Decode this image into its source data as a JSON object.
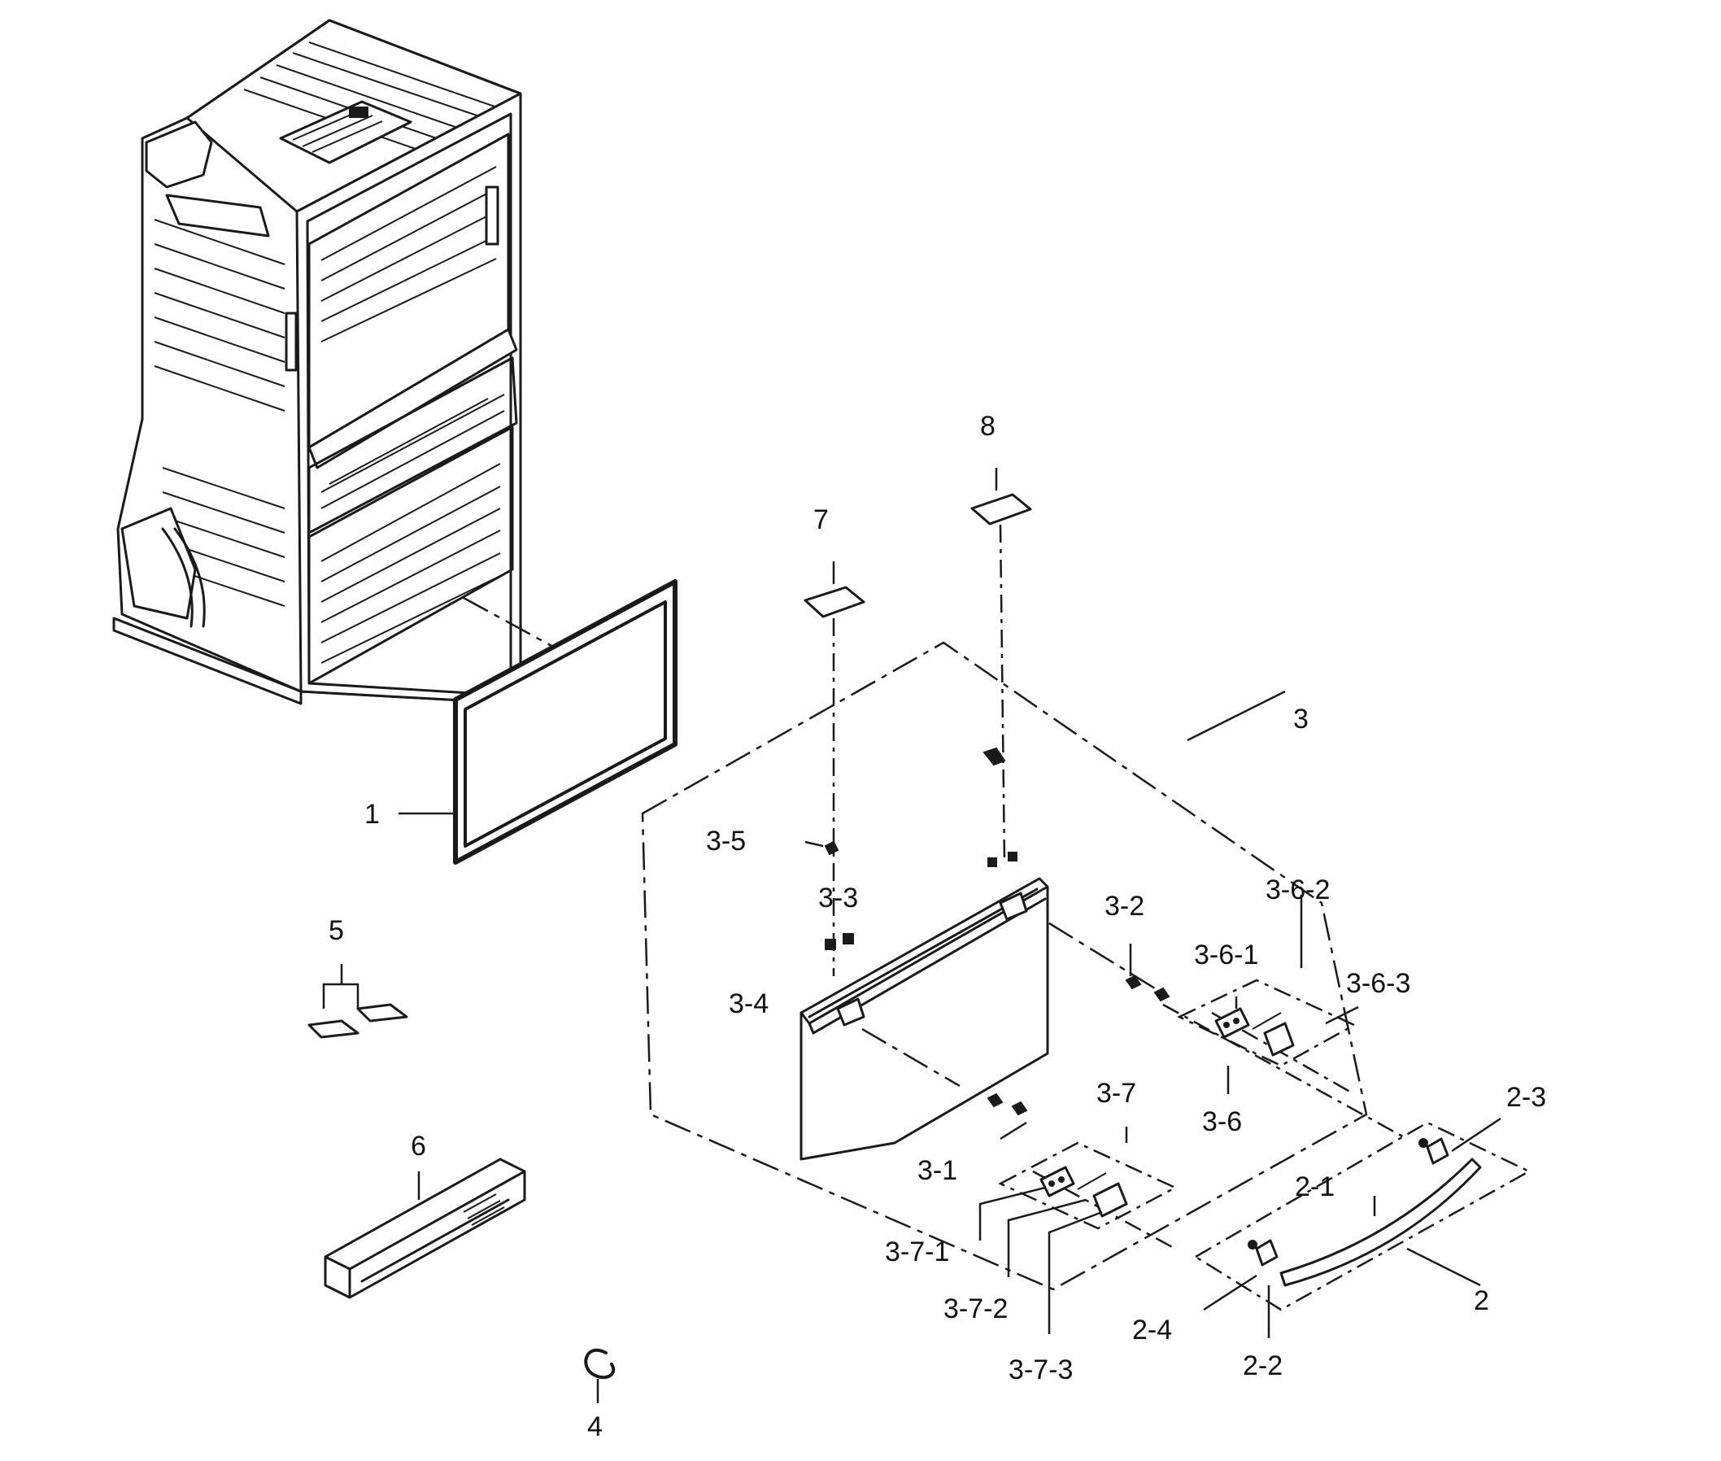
{
  "labels": {
    "p1": "1",
    "p2": "2",
    "p2_1": "2-1",
    "p2_2": "2-2",
    "p2_3": "2-3",
    "p2_4": "2-4",
    "p3": "3",
    "p3_1": "3-1",
    "p3_2": "3-2",
    "p3_3": "3-3",
    "p3_4": "3-4",
    "p3_5": "3-5",
    "p3_6": "3-6",
    "p3_6_1": "3-6-1",
    "p3_6_2": "3-6-2",
    "p3_6_3": "3-6-3",
    "p3_7": "3-7",
    "p3_7_1": "3-7-1",
    "p3_7_2": "3-7-2",
    "p3_7_3": "3-7-3",
    "p4": "4",
    "p5": "5",
    "p6": "6",
    "p7": "7",
    "p8": "8"
  }
}
